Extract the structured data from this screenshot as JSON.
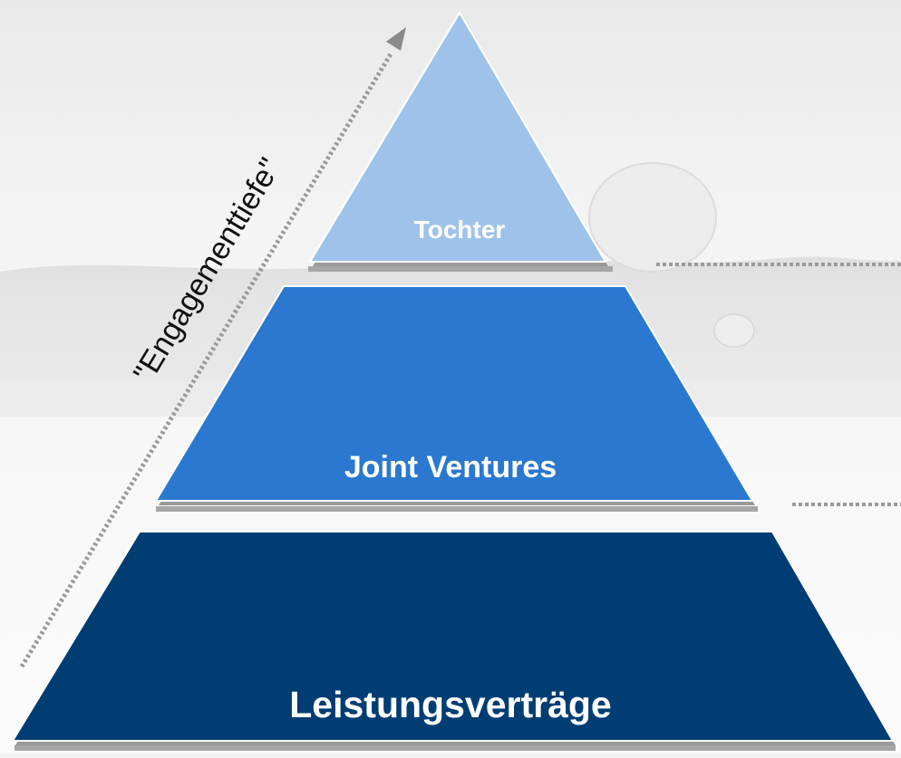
{
  "pyramid": {
    "levels": [
      {
        "label": "Tochter",
        "color": "#9ec2ea"
      },
      {
        "label": "Joint Ventures",
        "color": "#2a78d0"
      },
      {
        "label": "Leistungsverträge",
        "color": "#003d73"
      }
    ]
  },
  "axis": {
    "label": "\"Engagementtiefe\""
  },
  "colors": {
    "arrow": "#999999",
    "connector": "#999999",
    "band_shadow": "#a6a6a6",
    "background_sky": "#f2f2f2",
    "background_land": "#cfcfcf"
  }
}
